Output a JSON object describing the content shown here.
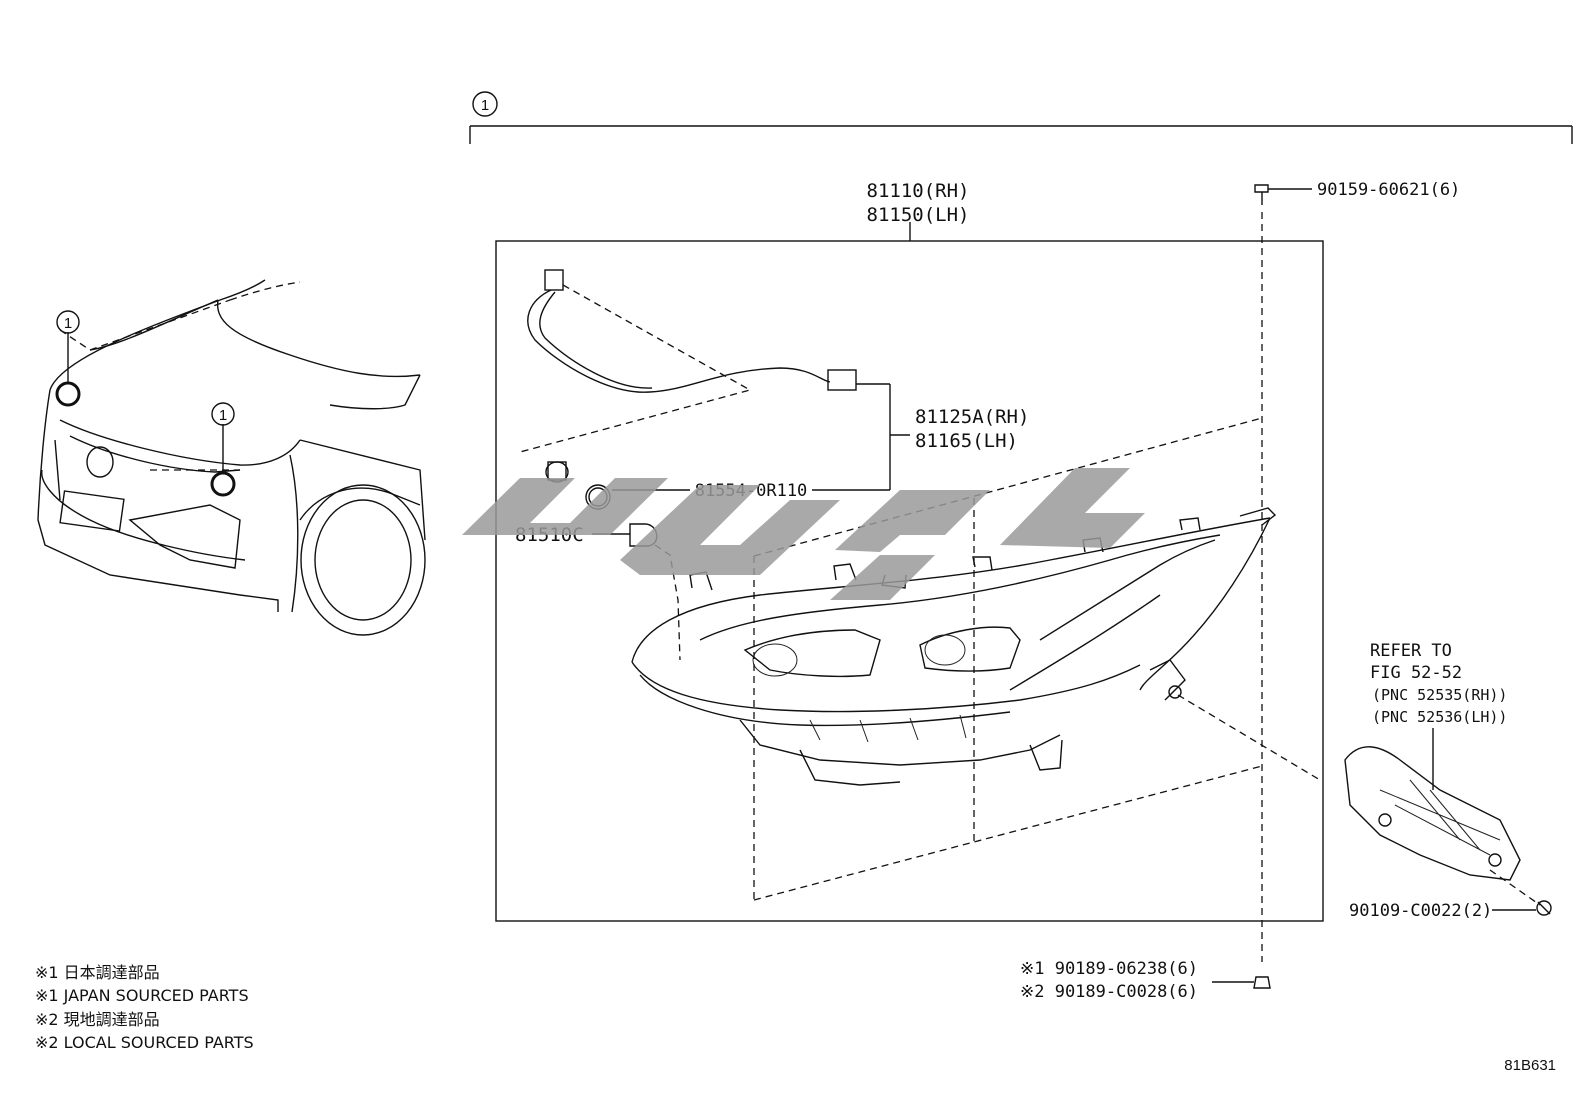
{
  "callout_number": "1",
  "headlamp_assembly": {
    "rh": "81110(RH)",
    "lh": "81150(LH)"
  },
  "wire_harness": {
    "rh": "81125A(RH)",
    "lh": "81165(LH)"
  },
  "socket_part": "81554-0R110",
  "bulb_part": "81510C",
  "screw_top": "90159-60621(6)",
  "refer_to": {
    "line1": "REFER TO",
    "line2": "FIG 52-52",
    "line3": "(PNC 52535(RH))",
    "line4": "(PNC 52536(LH))"
  },
  "bracket_screw": "90109-C0022(2)",
  "bottom_screws": {
    "line1": "※1 90189-06238(6)",
    "line2": "※2 90189-C0028(6)"
  },
  "legend": [
    "※1 日本調達部品",
    "※1 JAPAN SOURCED PARTS",
    "※2 現地調達部品",
    "※2 LOCAL SOURCED PARTS"
  ],
  "diagram_code": "81B631",
  "watermark_icon": "brand-watermark-logo",
  "colors": {
    "line": "#111111",
    "watermark": "#9a9a9a"
  }
}
